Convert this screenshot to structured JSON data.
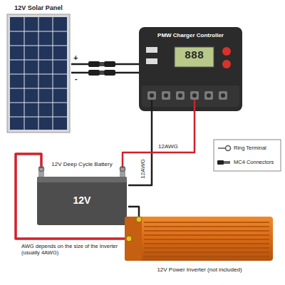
{
  "diagram": {
    "nodes": [
      {
        "text": [
          "12V Solar Panel"
        ]
      },
      {
        "text": [
          "PMW Charger Controller"
        ]
      },
      {
        "text": [
          "12V Deep Cycle Battery",
          "12V"
        ]
      },
      {
        "text": [
          "12V Power Inverter (not included)"
        ]
      }
    ],
    "edges": [
      {
        "from": 0,
        "to": 1,
        "arrow": "none"
      },
      {
        "from": 0,
        "to": 1,
        "arrow": "none"
      },
      {
        "from": 1,
        "to": 2,
        "arrow": "none",
        "label": "12AWG"
      },
      {
        "from": 1,
        "to": 2,
        "arrow": "none",
        "label": "12AWG"
      },
      {
        "from": 2,
        "to": 3,
        "arrow": "none",
        "label": "AWG depends on the size of the Inverter (usually 4AWG)"
      },
      {
        "from": 2,
        "to": 3,
        "arrow": "none"
      }
    ],
    "labels": [
      "+",
      "-",
      "888"
    ],
    "legend": [
      {
        "text": "Ring Terminal"
      },
      {
        "text": "MC4 Connectors"
      }
    ]
  }
}
